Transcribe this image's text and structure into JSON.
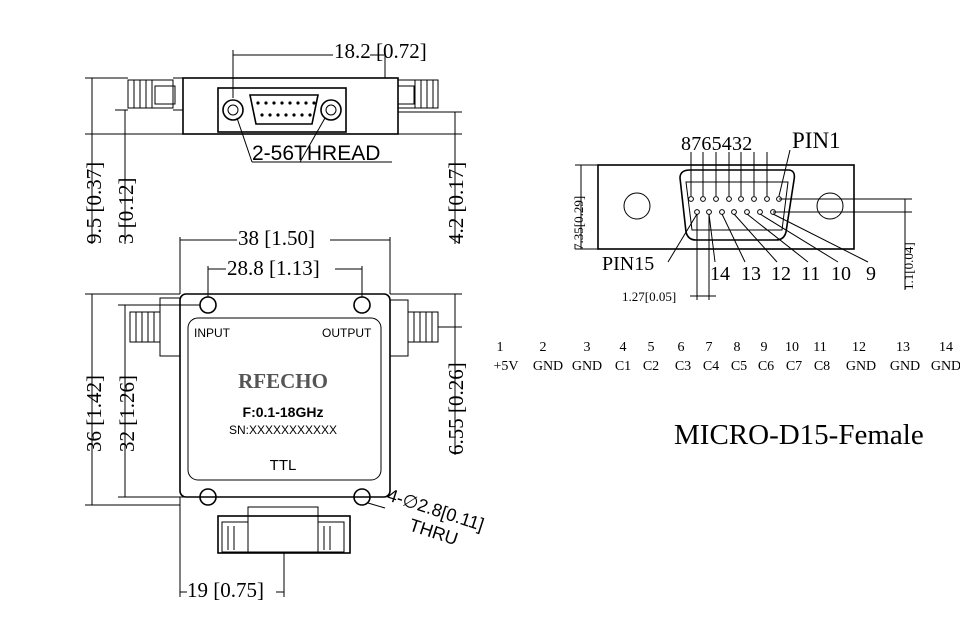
{
  "dimensions": {
    "top_width": "18.2 [0.72]",
    "thread": "2-56THREAD",
    "height_left": "9.5 [0.37]",
    "height_small": "3 [0.12]",
    "height_right": "4.2 [0.17]",
    "body_width": "38 [1.50]",
    "hole_spacing": "28.8 [1.13]",
    "body_height": "36 [1.42]",
    "hole_height": "32 [1.26]",
    "connector_offset": "6.55 [0.26]",
    "holes": "4-∅2.8[0.11]",
    "thru": "THRU",
    "bottom_width": "19 [0.75]"
  },
  "device": {
    "input_label": "INPUT",
    "output_label": "OUTPUT",
    "brand": "RFECHO",
    "freq": "F:0.1-18GHz",
    "serial": "SN:XXXXXXXXXXX",
    "control": "TTL"
  },
  "connector": {
    "top_pins": "8765432",
    "pin1_label": "PIN1",
    "pin15_label": "PIN15",
    "bottom_pins": [
      "14",
      "13",
      "12",
      "11",
      "10",
      "9"
    ],
    "height_dim": "7.35[0.29]",
    "pitch_dim": "1.27[0.05]",
    "row_dim": "1.1[0.04]",
    "name": "MICRO-D15-Female"
  },
  "pinout": {
    "numbers": [
      "1",
      "2",
      "3",
      "4",
      "5",
      "6",
      "7",
      "8",
      "9",
      "10",
      "11",
      "12",
      "13",
      "14"
    ],
    "functions": [
      "+5V",
      "GND",
      "GND",
      "C1",
      "C2",
      "C3",
      "C4",
      "C5",
      "C6",
      "C7",
      "C8",
      "GND",
      "GND",
      "GND"
    ]
  }
}
